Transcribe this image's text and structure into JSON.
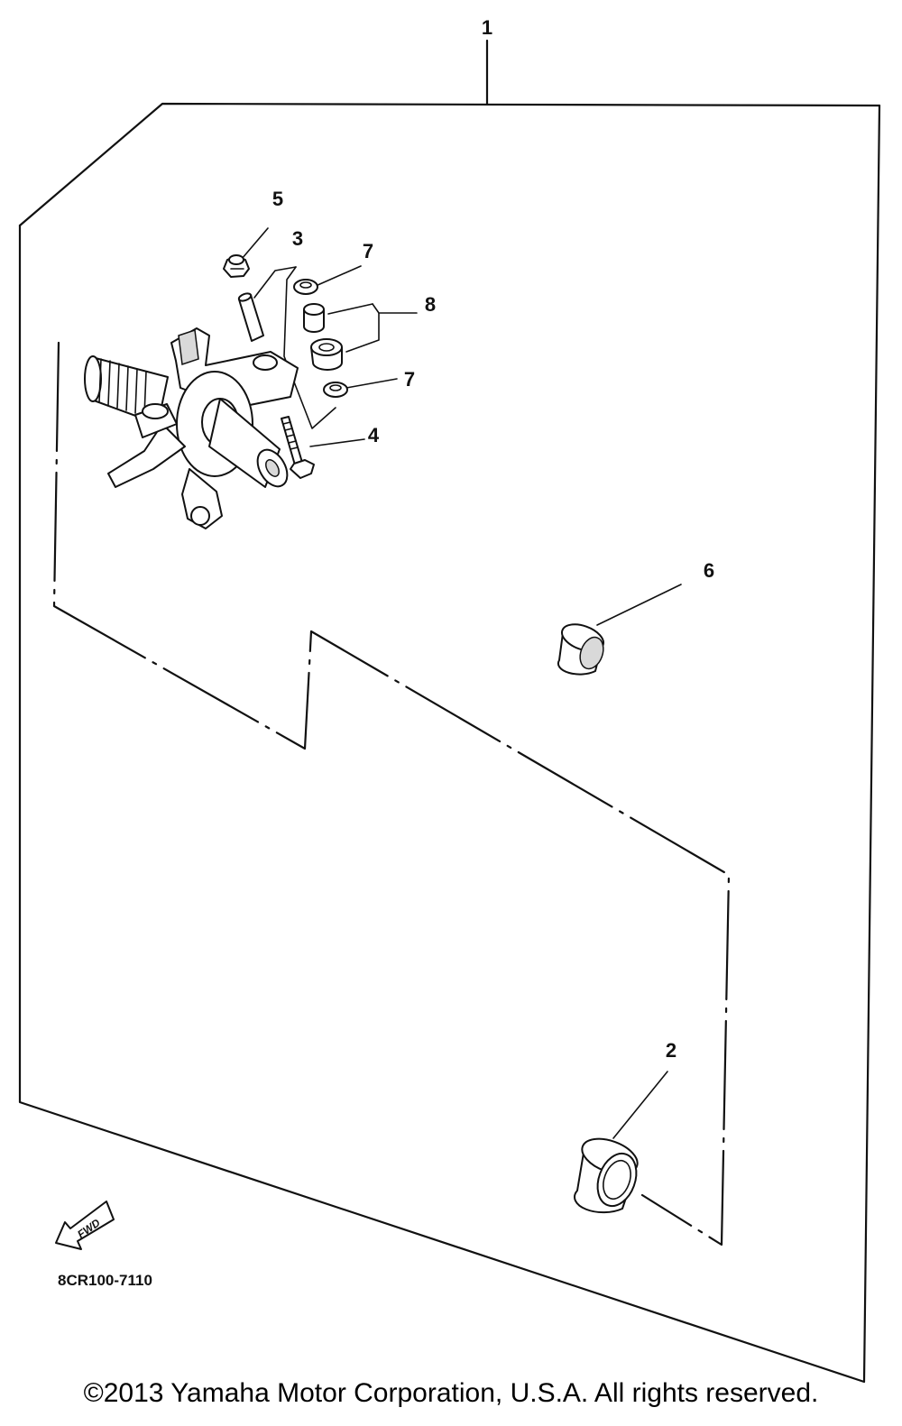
{
  "diagram": {
    "callouts": {
      "c1": "1",
      "c2": "2",
      "c3": "3",
      "c4": "4",
      "c5": "5",
      "c6": "6",
      "c7a": "7",
      "c7b": "7",
      "c8": "8"
    },
    "fwd_label": "FWD",
    "drawing_code": "8CR100-7110"
  },
  "footer": {
    "copyright": "©2013 Yamaha Motor Corporation, U.S.A. All rights reserved."
  }
}
